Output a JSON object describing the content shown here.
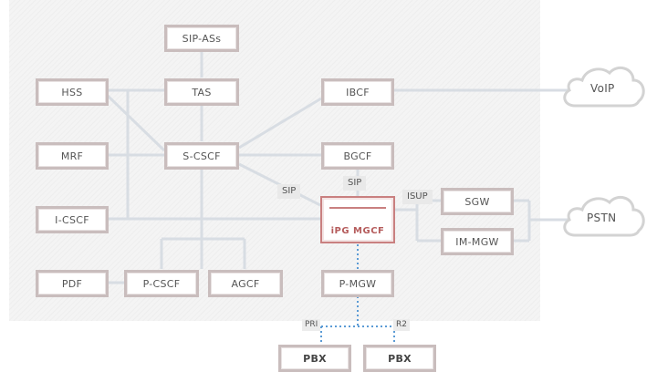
{
  "nodes": {
    "sip_ass": "SIP-ASs",
    "hss": "HSS",
    "tas": "TAS",
    "ibcf": "IBCF",
    "mrf": "MRF",
    "scscf": "S-CSCF",
    "bgcf": "BGCF",
    "icscf": "I-CSCF",
    "sgw": "SGW",
    "im_mgw": "IM-MGW",
    "pdf": "PDF",
    "pcscf": "P-CSCF",
    "agcf": "AGCF",
    "pmgw": "P-MGW",
    "pbx1": "PBX",
    "pbx2": "PBX"
  },
  "mgcf": {
    "label": "iPG MGCF"
  },
  "protocols": {
    "sip_left": "SIP",
    "sip_top": "SIP",
    "isup": "ISUP"
  },
  "interfaces": {
    "pri": "PRI",
    "r2": "R2"
  },
  "clouds": {
    "voip": "VoIP",
    "pstn": "PSTN"
  },
  "colors": {
    "node_border": "#c9bdbd",
    "mgcf_accent": "#c98080",
    "wire": "#d8dde3",
    "tdm_link": "#5b9bd5"
  }
}
